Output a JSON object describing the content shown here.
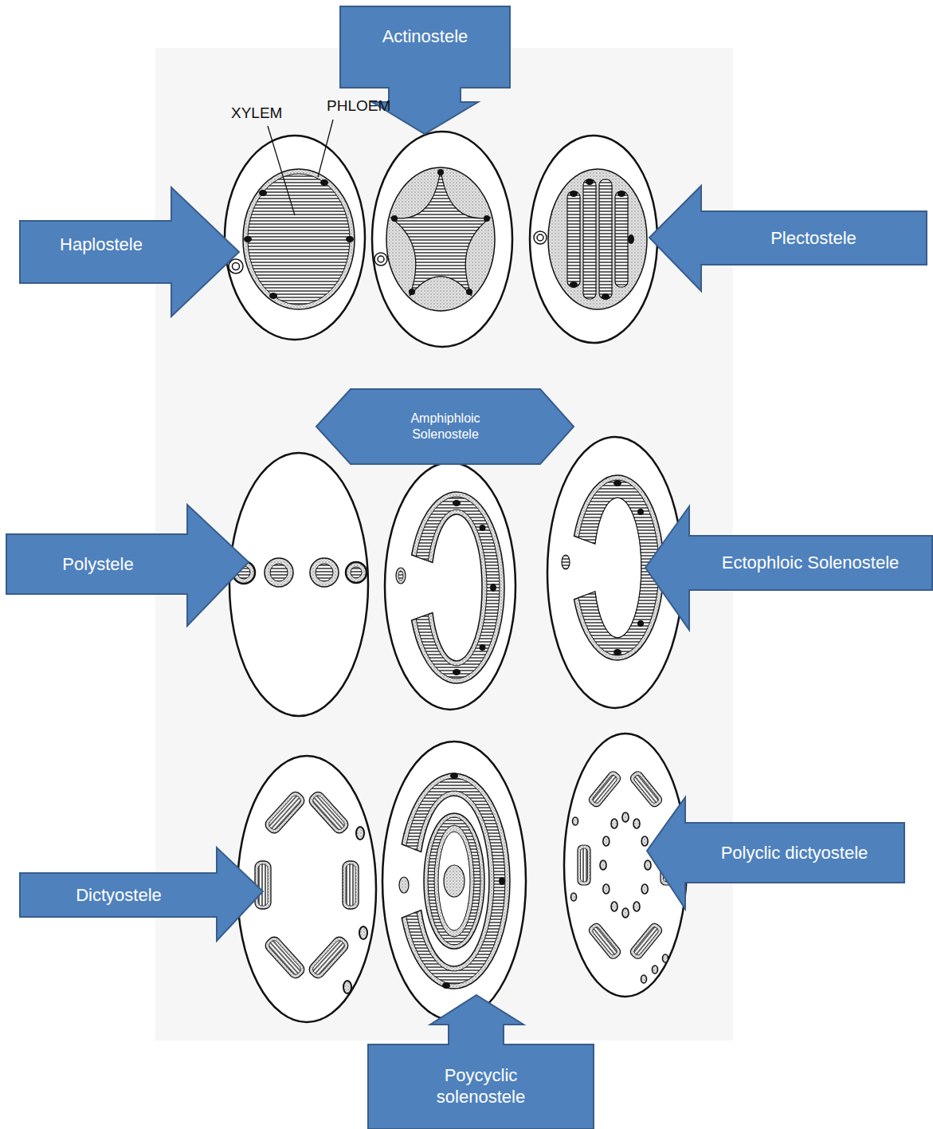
{
  "diagram": {
    "nodes": [
      {
        "text": [
          "Actinostele"
        ]
      },
      {
        "text": [
          "Haplostele"
        ]
      },
      {
        "text": [
          "Plectostele"
        ]
      },
      {
        "text": [
          "Amphiphloic Solenostele"
        ]
      },
      {
        "text": [
          "Polystele"
        ]
      },
      {
        "text": [
          "Ectophloic Solenostele"
        ]
      },
      {
        "text": [
          "Dictyostele"
        ]
      },
      {
        "text": [
          "Polyclic dictyostele"
        ]
      },
      {
        "text": [
          "Poycyclic solenostele"
        ]
      }
    ],
    "labels": [
      "XYLEM",
      "PHLOEM"
    ]
  }
}
